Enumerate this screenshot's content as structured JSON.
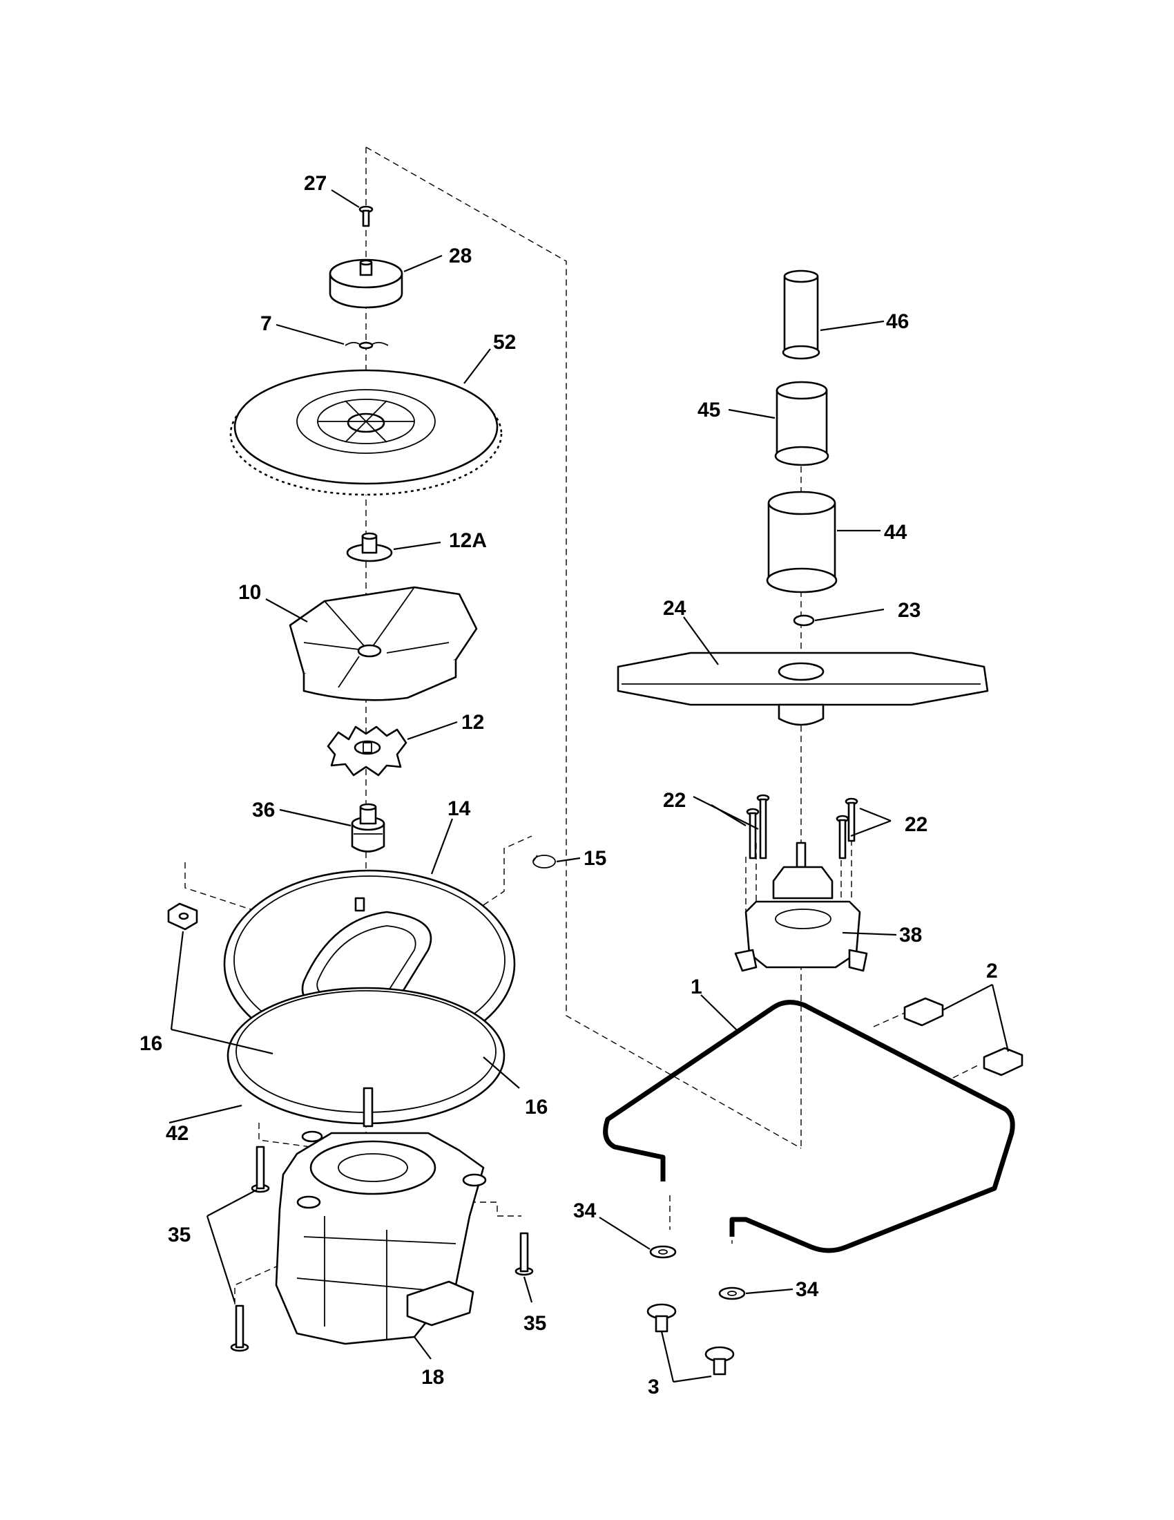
{
  "callouts": [
    {
      "id": "c27",
      "label": "27"
    },
    {
      "id": "c28",
      "label": "28"
    },
    {
      "id": "c7",
      "label": "7"
    },
    {
      "id": "c52",
      "label": "52"
    },
    {
      "id": "c12a",
      "label": "12A"
    },
    {
      "id": "c10",
      "label": "10"
    },
    {
      "id": "c12",
      "label": "12"
    },
    {
      "id": "c36",
      "label": "36"
    },
    {
      "id": "c14",
      "label": "14"
    },
    {
      "id": "c15",
      "label": "15"
    },
    {
      "id": "c16a",
      "label": "16"
    },
    {
      "id": "c16b",
      "label": "16"
    },
    {
      "id": "c42",
      "label": "42"
    },
    {
      "id": "c35a",
      "label": "35"
    },
    {
      "id": "c35b",
      "label": "35"
    },
    {
      "id": "c18",
      "label": "18"
    },
    {
      "id": "c46",
      "label": "46"
    },
    {
      "id": "c45",
      "label": "45"
    },
    {
      "id": "c44",
      "label": "44"
    },
    {
      "id": "c24",
      "label": "24"
    },
    {
      "id": "c23",
      "label": "23"
    },
    {
      "id": "c22a",
      "label": "22"
    },
    {
      "id": "c22b",
      "label": "22"
    },
    {
      "id": "c38",
      "label": "38"
    },
    {
      "id": "c1",
      "label": "1"
    },
    {
      "id": "c2",
      "label": "2"
    },
    {
      "id": "c34a",
      "label": "34"
    },
    {
      "id": "c34b",
      "label": "34"
    },
    {
      "id": "c3",
      "label": "3"
    }
  ]
}
